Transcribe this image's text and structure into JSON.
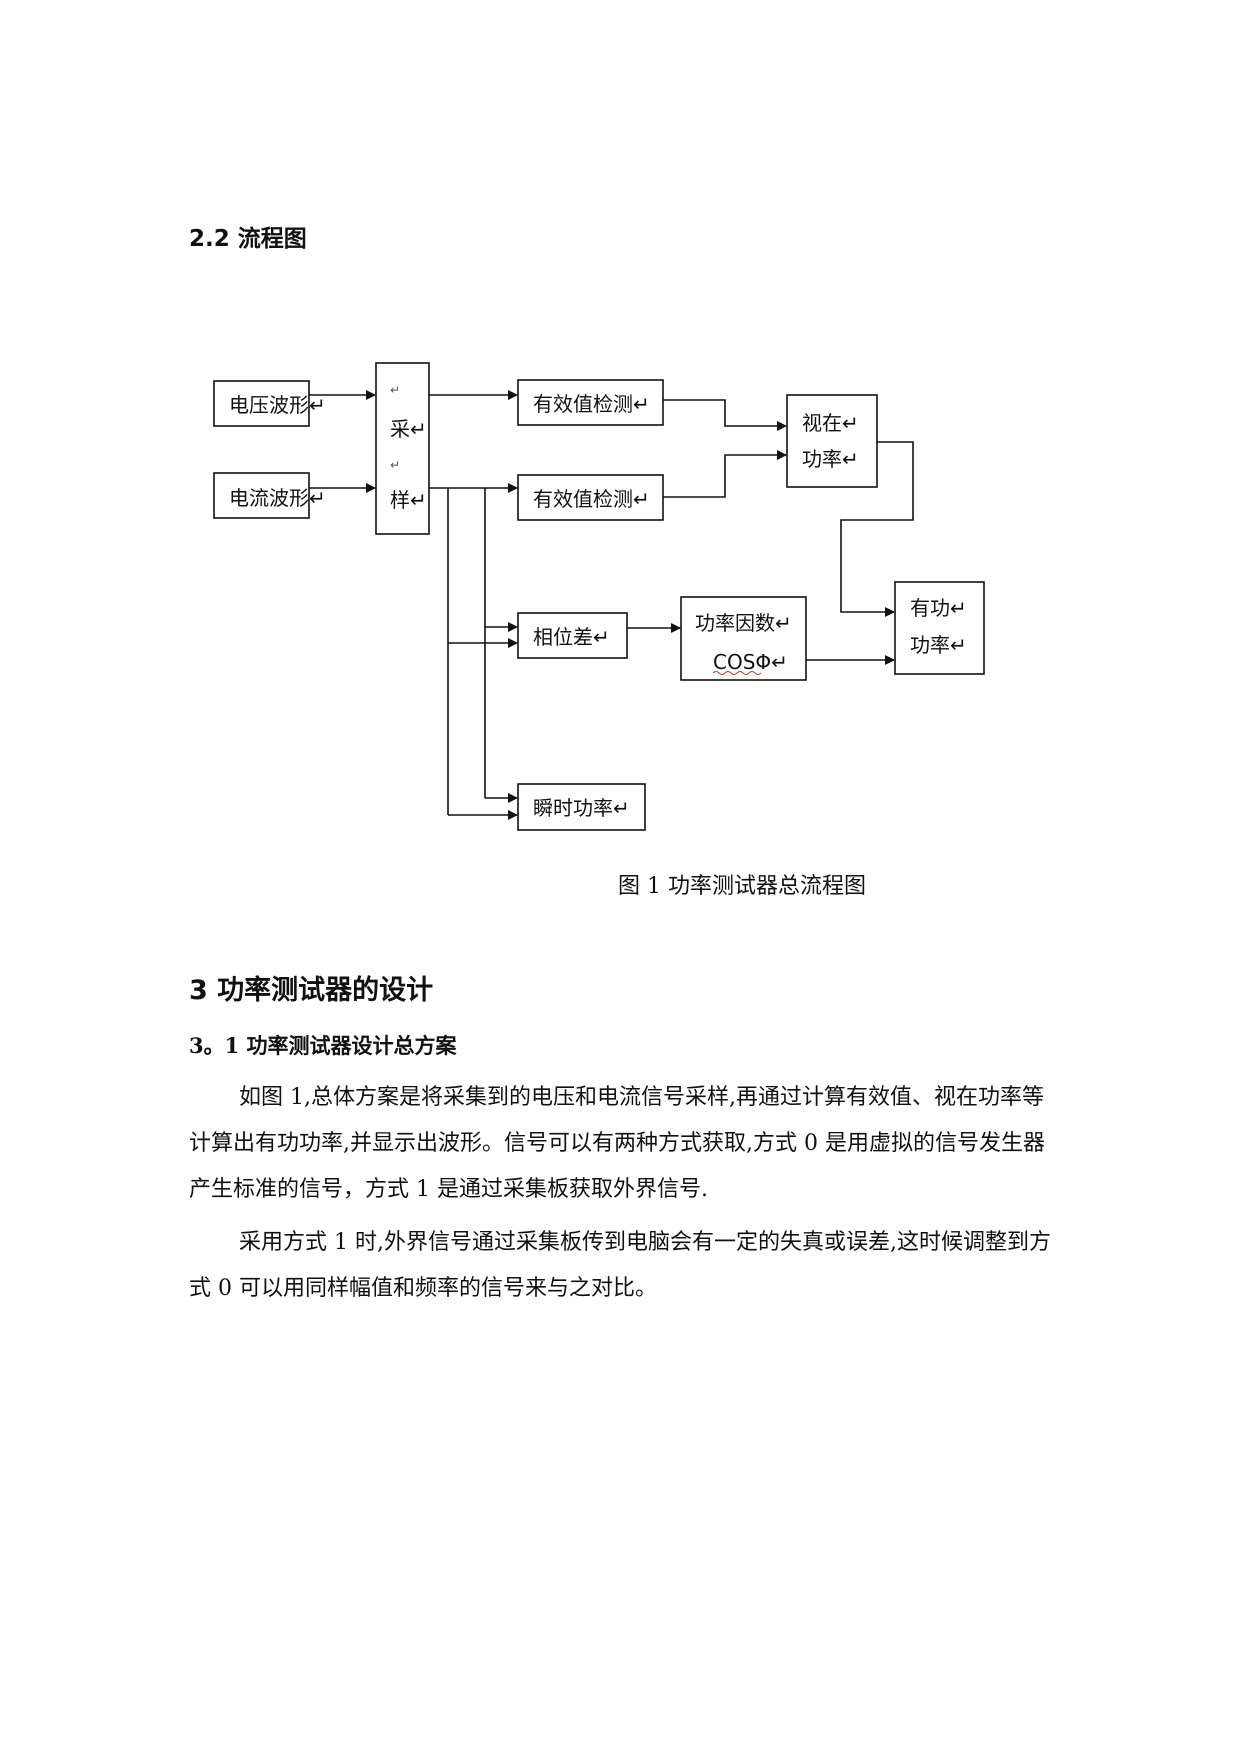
{
  "section": {
    "heading": "2.2 流程图"
  },
  "flowchart": {
    "nodes": {
      "voltage_wave": "电压波形↵",
      "current_wave": "电流波形↵",
      "sample_1": "↵",
      "sample_2": "采↵",
      "sample_3": "↵",
      "sample_4": "样↵",
      "rms_top": "有效值检测↵",
      "rms_bottom": "有效值检测↵",
      "apparent_1": "视在↵",
      "apparent_2": "功率↵",
      "phase_diff": "相位差↵",
      "pf_1": "功率因数↵",
      "pf_2": "COSΦ↵",
      "active_1": "有功↵",
      "active_2": "功率↵",
      "instant": "瞬时功率↵"
    }
  },
  "figure": {
    "caption": "图 1 功率测试器总流程图"
  },
  "chapter": {
    "heading": "3  功率测试器的设计"
  },
  "subsection": {
    "heading": "3。1 功率测试器设计总方案"
  },
  "paragraphs": [
    "如图 1,总体方案是将采集到的电压和电流信号采样,再通过计算有效值、视在功率等计算出有功功率,并显示出波形。信号可以有两种方式获取,方式 0 是用虚拟的信号发生器产生标准的信号，方式 1 是通过采集板获取外界信号.",
    "采用方式 1 时,外界信号通过采集板传到电脑会有一定的失真或误差,这时候调整到方式 0 可以用同样幅值和频率的信号来与之对比。"
  ]
}
